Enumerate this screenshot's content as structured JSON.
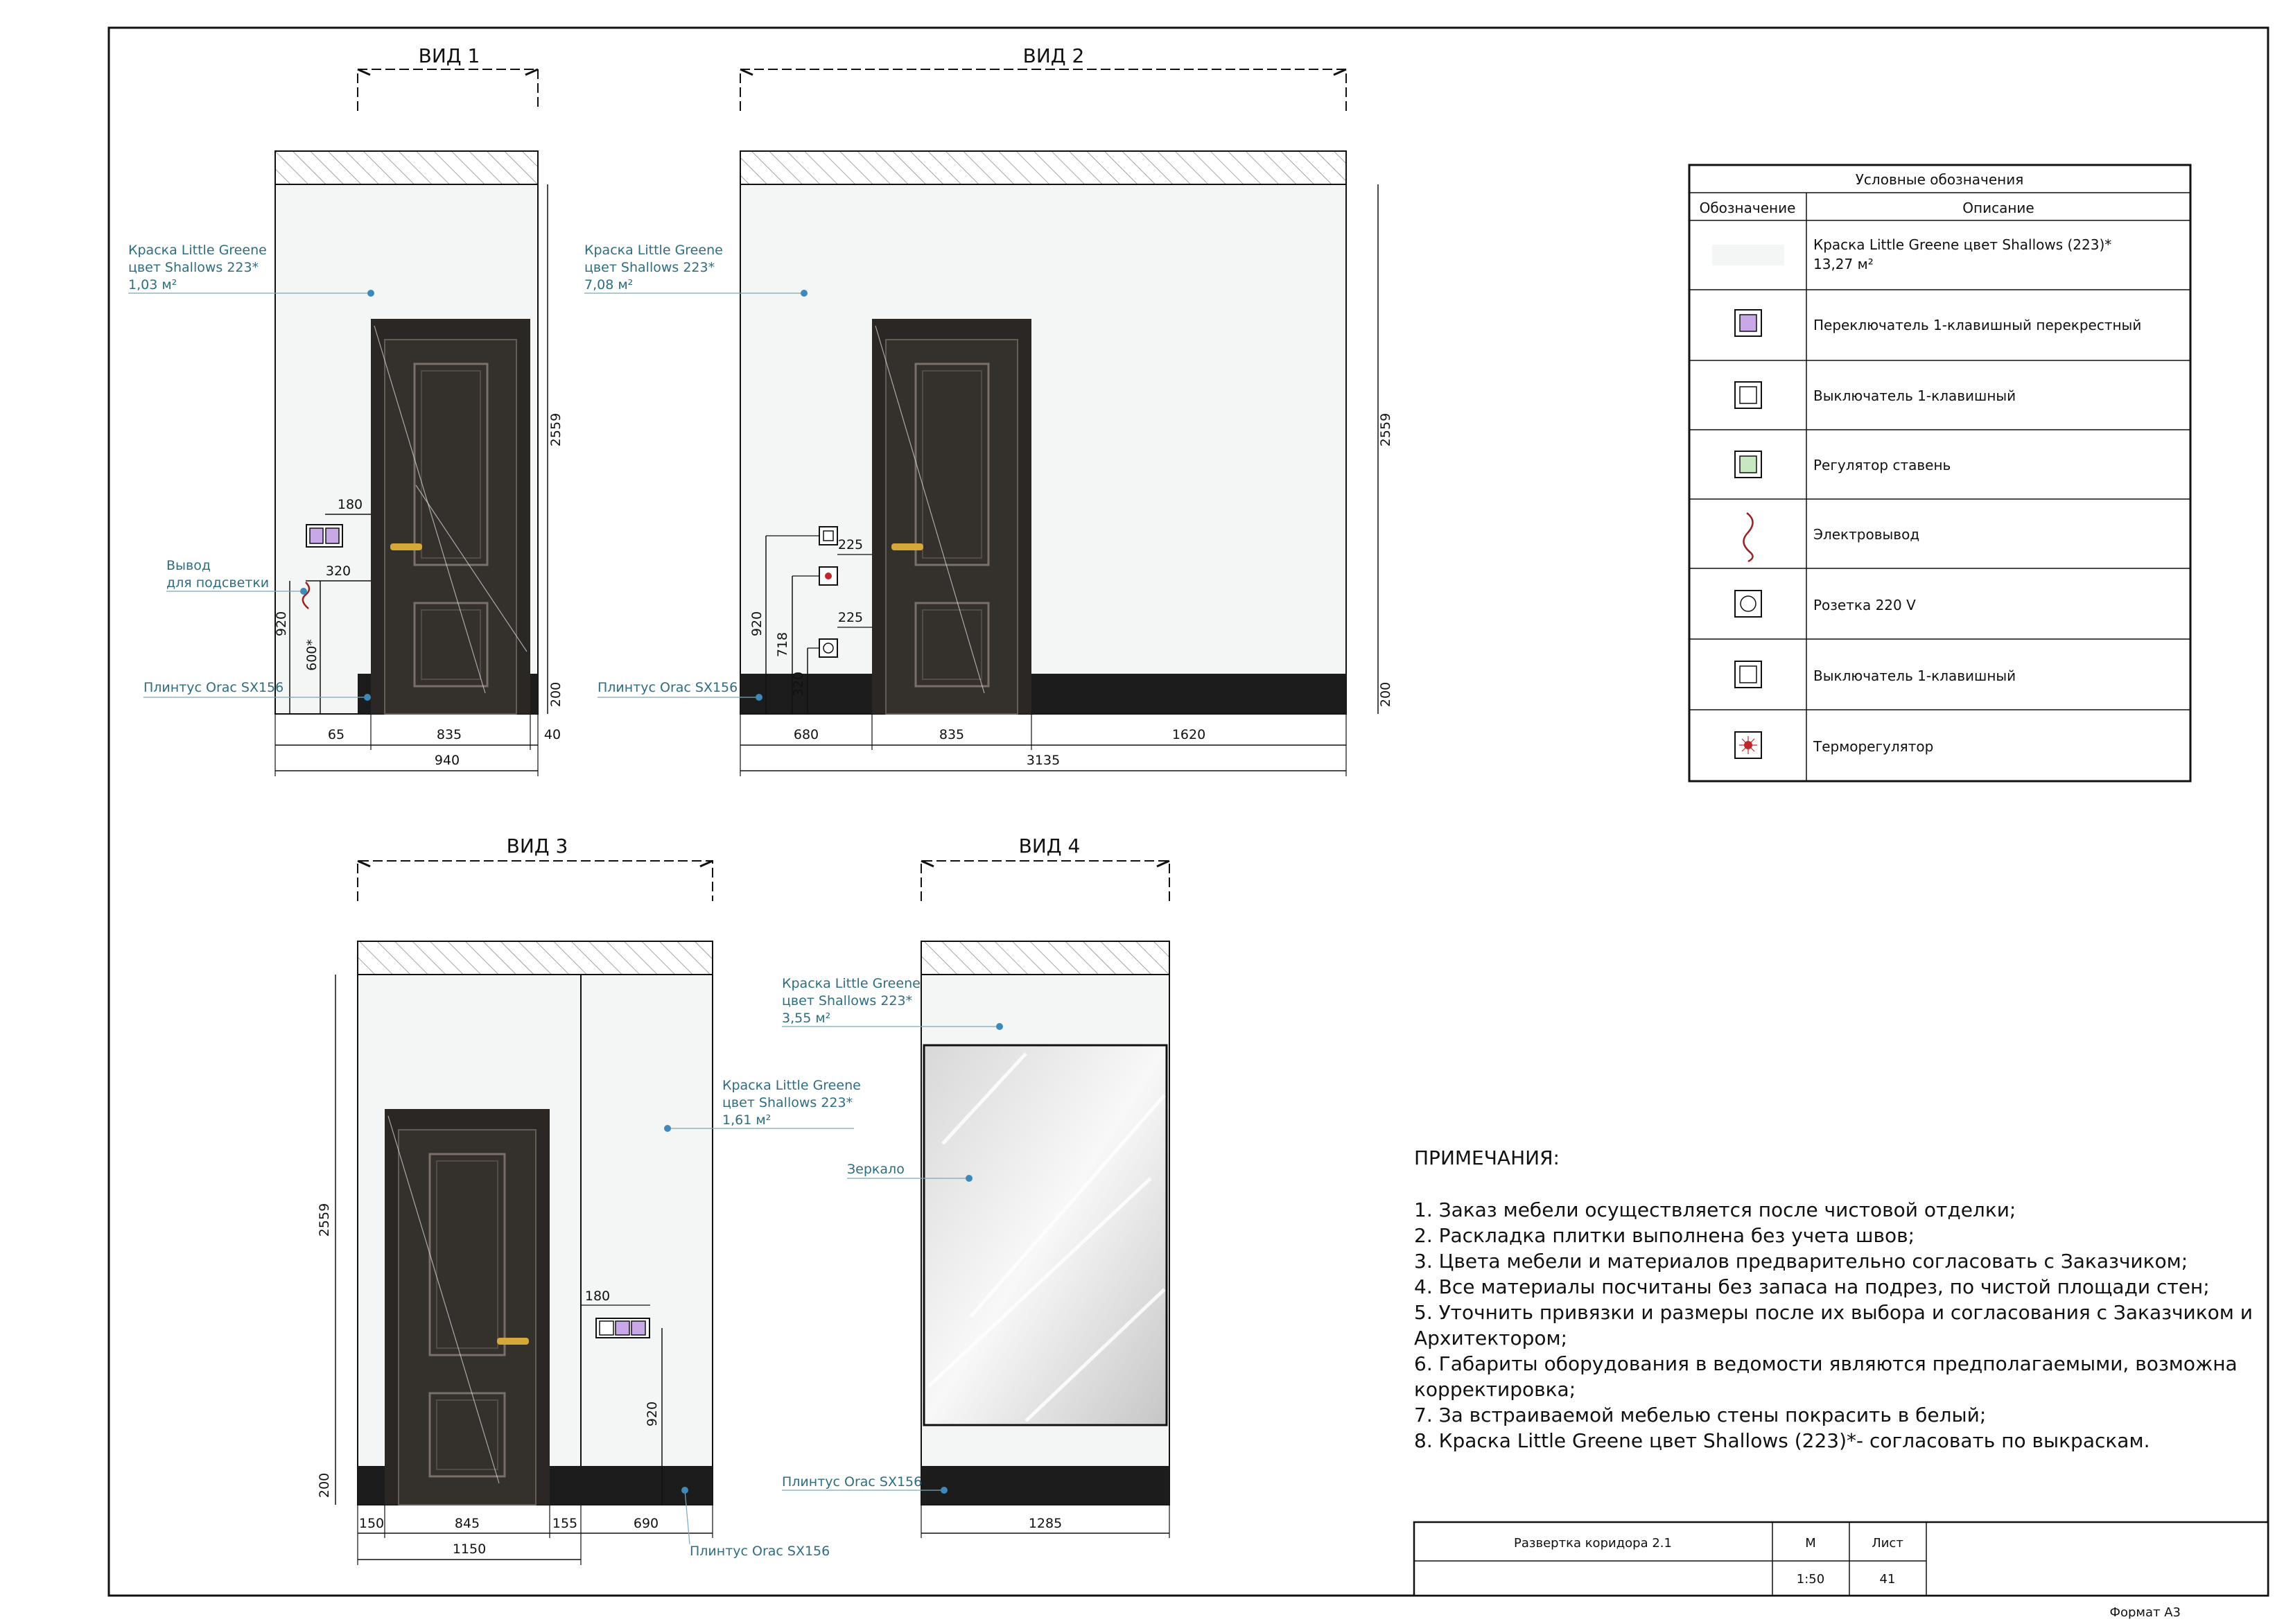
{
  "views": {
    "v1": {
      "title": "ВИД 1"
    },
    "v2": {
      "title": "ВИД 2"
    },
    "v3": {
      "title": "ВИД 3"
    },
    "v4": {
      "title": "ВИД 4"
    }
  },
  "annotations": {
    "v1_paint": [
      "Краска Little Greene",
      "цвет Shallows 223*",
      "1,03 м²"
    ],
    "v1_led": [
      "Вывод",
      "для подсветки"
    ],
    "v1_plinth": "Плинтус Orac SX156",
    "v2_paint": [
      "Краска Little Greene",
      "цвет Shallows 223*",
      "7,08 м²"
    ],
    "v2_plinth": "Плинтус Orac SX156",
    "v3_paint": [
      "Краска Little Greene",
      "цвет Shallows 223*",
      "1,61 м²"
    ],
    "v3_plinth": "Плинтус Orac SX156",
    "v4_paint": [
      "Краска Little Greene",
      "цвет Shallows 223*",
      "3,55 м²"
    ],
    "v4_mirror": "Зеркало",
    "v4_plinth": "Плинтус Orac SX156"
  },
  "dims": {
    "v1": {
      "h": "2559",
      "base": "200",
      "d180": "180",
      "d320": "320",
      "d920": "920",
      "d600": "600*",
      "w65": "65",
      "w835": "835",
      "w40": "40",
      "total": "940"
    },
    "v2": {
      "h": "2559",
      "base": "200",
      "d225a": "225",
      "d225b": "225",
      "d920": "920",
      "d718": "718",
      "d320": "320",
      "w680": "680",
      "w835": "835",
      "w1620": "1620",
      "total": "3135"
    },
    "v3": {
      "h": "2559",
      "base": "200",
      "d180": "180",
      "d920": "920",
      "w150": "150",
      "w845": "845",
      "w155": "155",
      "w690": "690",
      "total": "1150"
    },
    "v4": {
      "total": "1285"
    }
  },
  "legend": {
    "title": "Условные обозначения",
    "col1": "Обозначение",
    "col2": "Описание",
    "rows": [
      {
        "icon": "paint-swatch-icon",
        "text": [
          "Краска Little Greene цвет Shallows (223)*",
          "13,27 м²"
        ]
      },
      {
        "icon": "cross-switch-icon",
        "color": "#c9a8e8",
        "text": [
          "Переключатель 1-клавишный перекрестный"
        ]
      },
      {
        "icon": "switch-icon",
        "color": "#ffffff",
        "text": [
          "Выключатель 1-клавишный"
        ]
      },
      {
        "icon": "shutter-regulator-icon",
        "color": "#c8e8c0",
        "text": [
          "Регулятор ставень"
        ]
      },
      {
        "icon": "electrical-outlet-wire-icon",
        "text": [
          "Электровывод"
        ]
      },
      {
        "icon": "socket-icon",
        "text": [
          "Розетка 220 V"
        ]
      },
      {
        "icon": "switch-icon",
        "color": "#ffffff",
        "text": [
          "Выключатель 1-клавишный"
        ]
      },
      {
        "icon": "thermostat-icon",
        "text": [
          "Терморегулятор"
        ]
      }
    ]
  },
  "notes": {
    "title": "ПРИМЕЧАНИЯ:",
    "lines": [
      "1. Заказ мебели осуществляется после чистовой отделки;",
      "2. Раскладка плитки выполнена без учета швов;",
      "3. Цвета мебели и материалов предварительно согласовать с Заказчиком;",
      "4. Все материалы посчитаны без запаса на подрез, по чистой площади стен;",
      "5. Уточнить привязки и размеры после их выбора и согласования с Заказчиком и",
      "Архитектором;",
      "6. Габариты оборудования в ведомости являются предполагаемыми, возможна",
      "корректировка;",
      "7. За встраиваемой мебелью стены покрасить в белый;",
      "8. Краска Little Greene цвет Shallows (223)*- согласовать по выкраскам."
    ]
  },
  "title_block": {
    "name": "Развертка коридора 2.1",
    "scale_label": "М",
    "scale": "1:50",
    "sheet_label": "Лист",
    "sheet": "41"
  },
  "format": "Формат А3",
  "colors": {
    "door": "#2b2724",
    "line": "#111111",
    "annotation": "#2f6d80",
    "plinth": "#1c1c1c",
    "handle": "#d4a93a",
    "wall": "#f4f6f6"
  }
}
